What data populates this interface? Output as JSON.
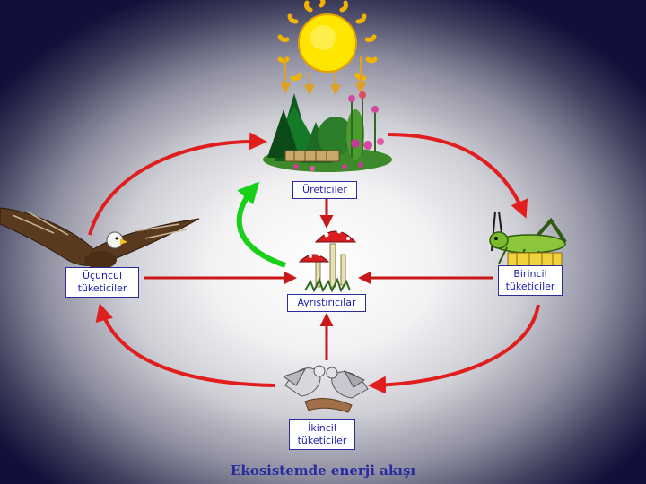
{
  "diagram": {
    "title": "Ekosistemde enerji akışı",
    "nodes": {
      "producers": "Üreticiler",
      "primary": "Birincil\ntüketiciler",
      "secondary": "İkincil\ntüketiciler",
      "tertiary": "Üçüncül\ntüketiciler",
      "decomposers": "Ayrıştırıcılar"
    },
    "colors": {
      "cycle_arrow": "#e01e1e",
      "recycle_arrow": "#18d018",
      "decomposer_arrow": "#c81818",
      "sun_ray_arrow": "#e0a020",
      "label_text": "#1c1cb0",
      "label_border": "#2b2b9a",
      "background_edge": "#10103a",
      "background_center": "#ffffff"
    },
    "icons": [
      "sun-icon",
      "forest-icon",
      "grasshopper-icon",
      "doves-icon",
      "eagle-icon",
      "mushroom-icon"
    ]
  }
}
